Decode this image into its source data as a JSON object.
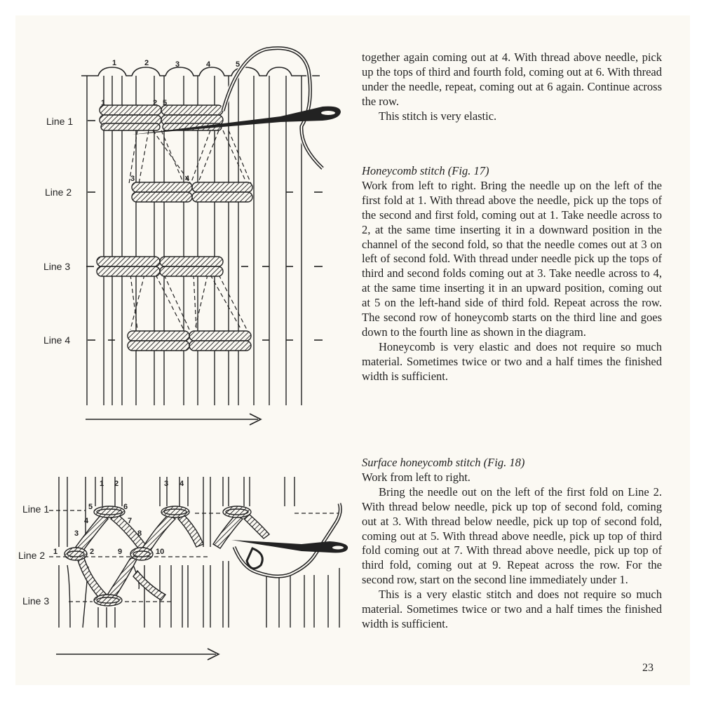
{
  "fig17": {
    "fold_numbers": [
      "1",
      "2",
      "3",
      "4",
      "5"
    ],
    "line_labels": [
      "Line 1",
      "Line 2",
      "Line 3",
      "Line 4"
    ],
    "stitch_numbers": {
      "n1": "1",
      "n2": "2",
      "n5": "5",
      "n3": "3",
      "n4": "4"
    }
  },
  "fig18": {
    "line_labels": [
      "Line 1",
      "Line 2",
      "Line 3"
    ],
    "top_numbers": {
      "a": "1",
      "b": "2",
      "c": "3",
      "d": "4"
    },
    "stitch_numbers": {
      "n5": "5",
      "n6": "6",
      "n4": "4",
      "n7": "7",
      "n3": "3",
      "n8": "8",
      "n1": "1",
      "n2": "2",
      "n9": "9",
      "n10": "10"
    }
  },
  "text": {
    "intro": "together again coming out at 4. With thread above needle, pick up the tops of third and fourth fold, coming out at 6. With thread under the needle, repeat, coming out at 6 again. Continue across the row.",
    "elastic": "This stitch is very elastic.",
    "honeycomb_heading": "Honeycomb stitch (Fig. 17)",
    "honeycomb_body": "Work from left to right. Bring the needle up on the left of the first fold at 1. With thread above the needle, pick up the tops of the second and first fold, coming out at 1. Take needle across to 2, at the same time inserting it in a downward position in the channel of the second fold, so that the needle comes out at 3 on left of second fold. With thread under needle pick up the tops of third and second folds coming out at 3. Take needle across to 4, at the same time inserting it in an upward position, coming out at 5 on the left-hand side of third fold. Repeat across the row. The second row of honeycomb starts on the third line and goes down to the fourth line as shown in the diagram.",
    "honeycomb_note": "Honeycomb is very elastic and does not require so much material. Sometimes twice or two and a half times the finished width is sufficient.",
    "surface_heading": "Surface honeycomb stitch (Fig. 18)",
    "surface_intro": "Work from left to right.",
    "surface_body": "Bring the needle out on the left of the first fold on Line 2. With thread below needle, pick up top of second fold, coming out at 3. With thread below needle, pick up top of second fold, coming out at 5. With thread above needle, pick up top of third fold coming out at 7. With thread above needle, pick up top of third fold, coming out at 9. Repeat across the row. For the second row, start on the second line immediately under 1.",
    "surface_note": "This is a very elastic stitch and does not require so much material. Sometimes twice or two and a half times the finished width is sufficient.",
    "page_number": "23"
  }
}
